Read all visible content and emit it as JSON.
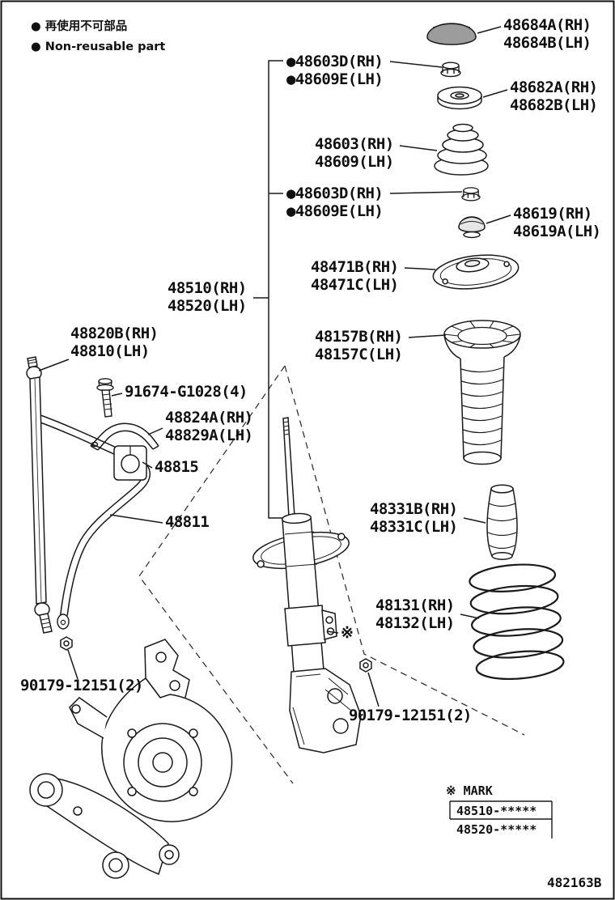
{
  "legend": {
    "line1": "● 再使用不可部品",
    "line2": "● Non-reusable part"
  },
  "callouts": [
    {
      "line1": "48684A(RH)",
      "line2": "48684B(LH)"
    },
    {
      "line1": "●48603D(RH)",
      "line2": "●48609E(LH)"
    },
    {
      "line1": "48682A(RH)",
      "line2": "48682B(LH)"
    },
    {
      "line1": "48603(RH)",
      "line2": "48609(LH)"
    },
    {
      "line1": "●48603D(RH)",
      "line2": "●48609E(LH)"
    },
    {
      "line1": "48619(RH)",
      "line2": "48619A(LH)"
    },
    {
      "line1": "48471B(RH)",
      "line2": "48471C(LH)"
    },
    {
      "line1": "48510(RH)",
      "line2": "48520(LH)"
    },
    {
      "line1": "48157B(RH)",
      "line2": "48157C(LH)"
    },
    {
      "line1": "48820B(RH)",
      "line2": "48810(LH)"
    },
    {
      "line1": "91674-G1028(4)"
    },
    {
      "line1": "48824A(RH)",
      "line2": "48829A(LH)"
    },
    {
      "line1": "48815"
    },
    {
      "line1": "48811"
    },
    {
      "line1": "48331B(RH)",
      "line2": "48331C(LH)"
    },
    {
      "line1": "48131(RH)",
      "line2": "48132(LH)"
    },
    {
      "line1": "90179-12151(2)"
    },
    {
      "line1": "90179-12151(2)"
    }
  ],
  "mark_symbol": "※",
  "mark_note": {
    "title": "※ MARK",
    "rows": [
      "48510-*****",
      "48520-*****"
    ]
  },
  "diagram_id": "482163B",
  "colors": {
    "line": "#1a1a1a",
    "cap_fill": "#9c9c9c"
  }
}
